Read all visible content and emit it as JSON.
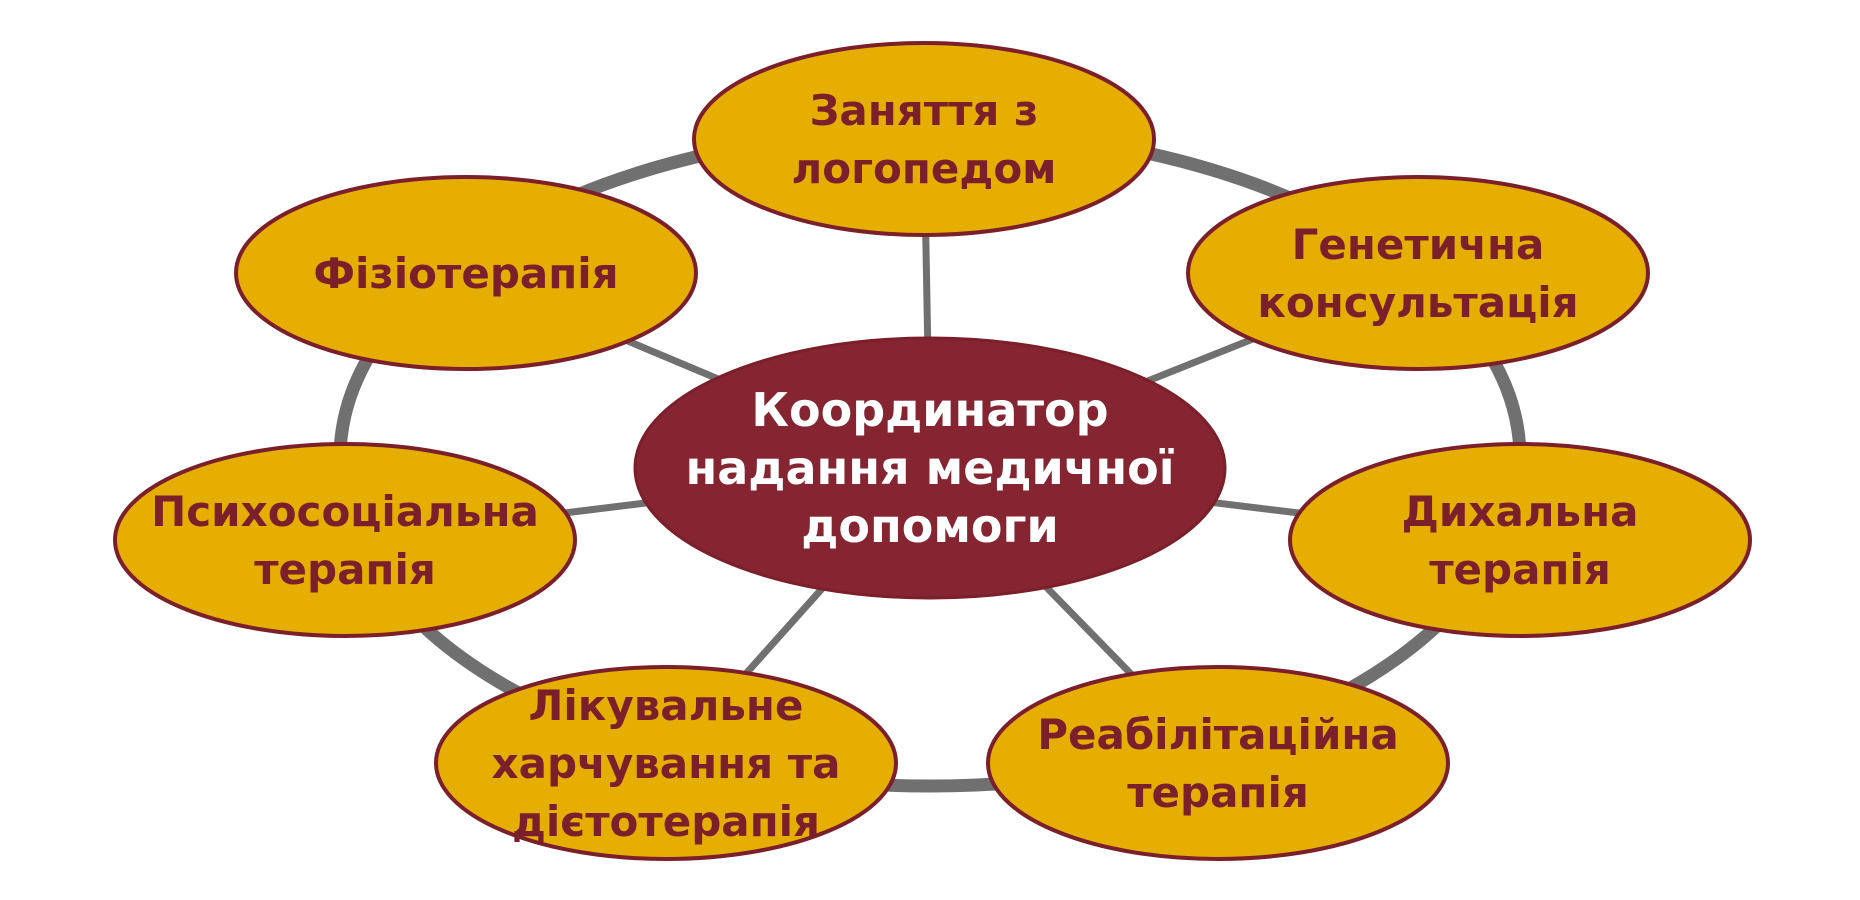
{
  "colors": {
    "node_fill": "#E6AE00",
    "node_border": "#7B1F2A",
    "node_text": "#7B1F2A",
    "center_fill": "#852532",
    "center_text": "#FFFFFF",
    "ring": "#707070",
    "spoke": "#707070"
  },
  "center": {
    "lines": [
      "Координатор",
      "надання медичної",
      "допомоги"
    ]
  },
  "nodes": [
    {
      "id": "speech-therapy",
      "lines": [
        "Заняття з",
        "логопедом"
      ]
    },
    {
      "id": "genetic-consultation",
      "lines": [
        "Генетична",
        "консультація"
      ]
    },
    {
      "id": "respiratory-therapy",
      "lines": [
        "Дихальна",
        "терапія"
      ]
    },
    {
      "id": "rehabilitation-therapy",
      "lines": [
        "Реабілітаційна",
        "терапія"
      ]
    },
    {
      "id": "therapeutic-nutrition",
      "lines": [
        "Лікувальне",
        "харчування та",
        "дієтотерапія"
      ]
    },
    {
      "id": "psychosocial-therapy",
      "lines": [
        "Психосоціальна",
        "терапія"
      ]
    },
    {
      "id": "physiotherapy",
      "lines": [
        "Фізіотерапія"
      ]
    }
  ]
}
